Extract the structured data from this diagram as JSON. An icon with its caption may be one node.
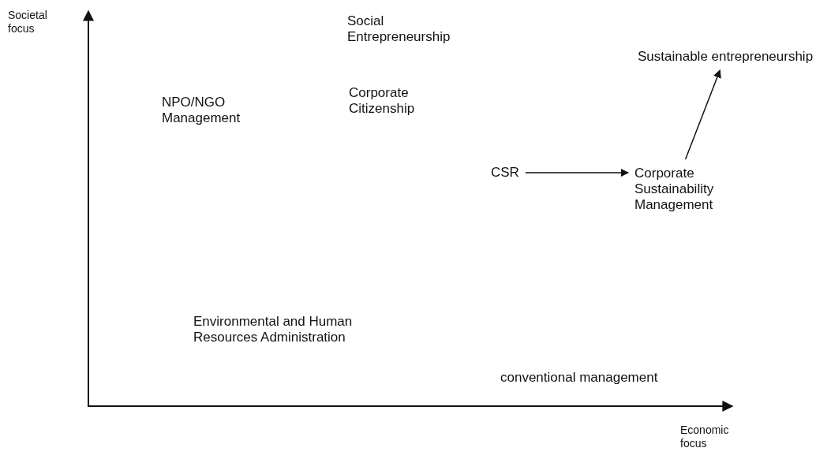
{
  "diagram": {
    "nodes": [
      {
        "text": [
          "CSR"
        ]
      },
      {
        "text": [
          "Corporate Sustainability Management"
        ]
      },
      {
        "text": [
          "Sustainable entrepreneurship"
        ]
      }
    ],
    "edges": [
      {
        "from": 0,
        "to": 1,
        "arrow": "to"
      },
      {
        "from": 1,
        "to": 2,
        "arrow": "to"
      }
    ],
    "labels": [
      "Societal focus",
      "Social Entrepreneurship",
      "NPO/NGO Management",
      "Corporate Citizenship",
      "Environmental and Human Resources Administration",
      "conventional management",
      "Economic focus"
    ]
  }
}
